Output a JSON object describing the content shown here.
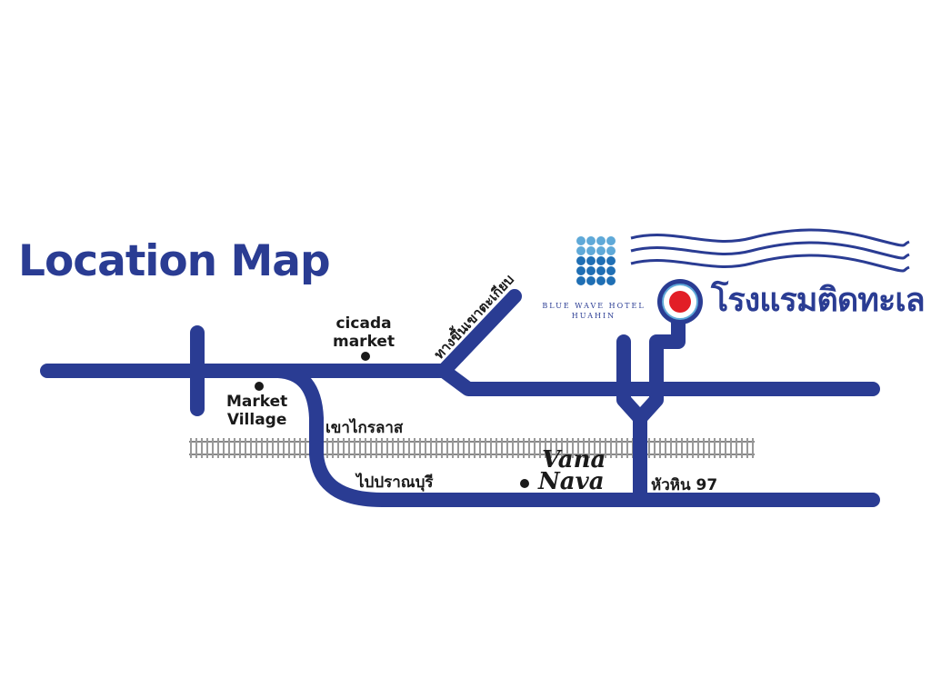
{
  "title": "Location Map",
  "hotel": {
    "logo_line1": "BLUE WAVE HOTEL",
    "logo_line2": "HUAHIN",
    "thai_name": "โรงแรมติดทะเล",
    "marker_icon": "red-dot-marker-icon"
  },
  "places": {
    "cicada": "cicada\nmarket",
    "market_village": "Market\nVillage",
    "khao_takiab": "ทางขึ้นเขาตะเกียบ",
    "khao_krailas": "เขาไกรลาส",
    "pranburi": "ไปปราณบุรี",
    "vana_nava": "Vana\nNava",
    "huahin97": "หัวหิน 97"
  },
  "colors": {
    "road": "#2a3c93",
    "rail": "#999999",
    "marker": "#e21e26",
    "logo_light": "#5fa9d8",
    "logo_dark": "#1f6fb4"
  }
}
